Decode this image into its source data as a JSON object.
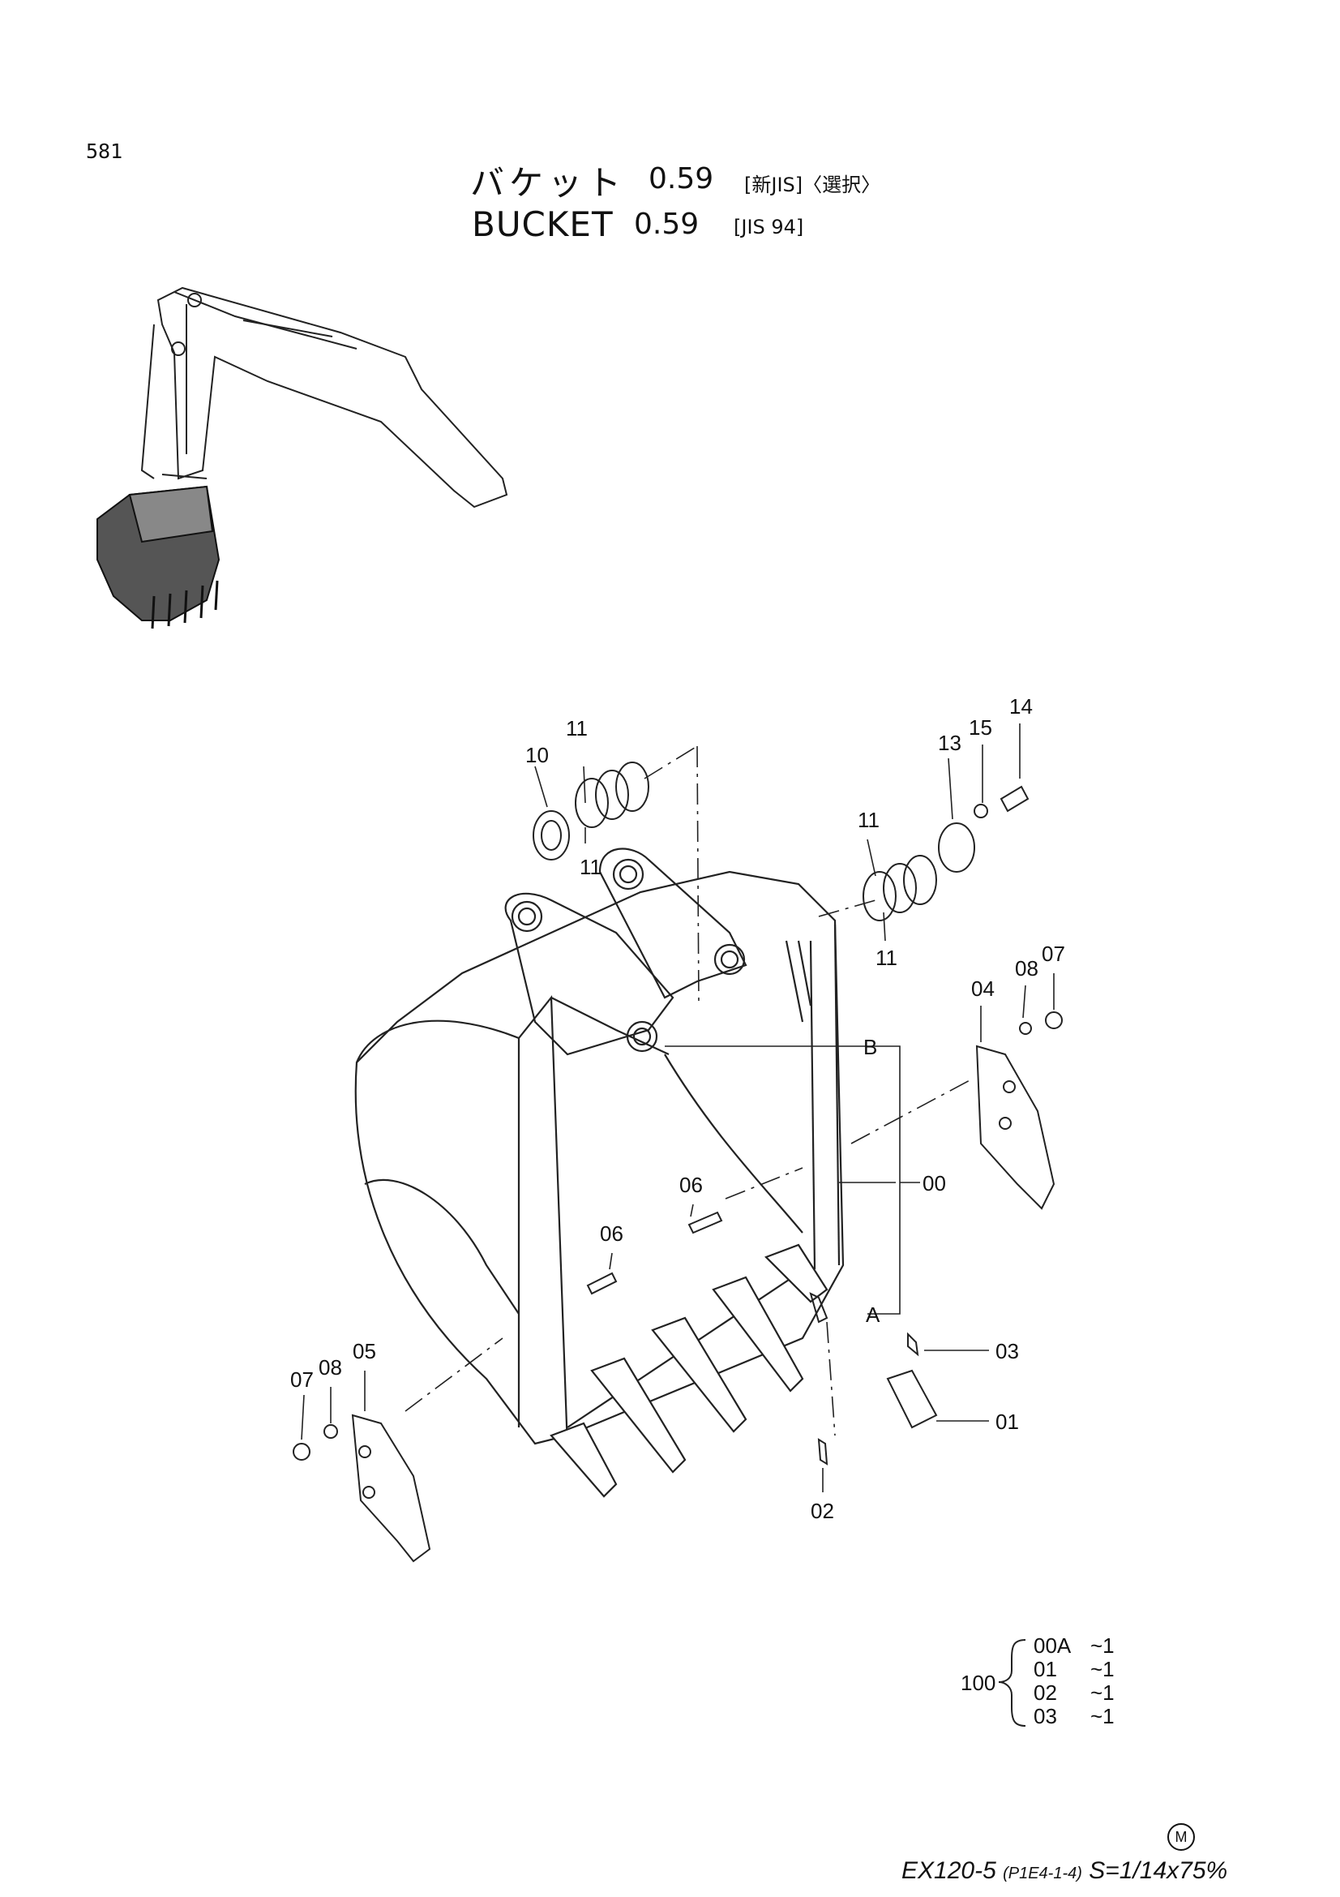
{
  "page_number": "581",
  "title": {
    "jp_name": "バケット",
    "jp_size": "0.59",
    "jp_tag": "[新JIS]〈選択〉",
    "en_name": "BUCKET",
    "en_size": "0.59",
    "en_tag": "[JIS 94]"
  },
  "callouts": {
    "c14": "14",
    "c15": "15",
    "c13": "13",
    "c11a": "11",
    "c10": "10",
    "c11b": "11",
    "c11c": "11",
    "c11d": "11",
    "c07a": "07",
    "c08a": "08",
    "c04": "04",
    "cB": "B",
    "c00": "00",
    "c06a": "06",
    "c06b": "06",
    "cA": "A",
    "c03": "03",
    "c01": "01",
    "c05": "05",
    "c07b": "07",
    "c08b": "08",
    "c02": "02"
  },
  "kit": {
    "number": "100",
    "items": [
      {
        "code": "00A",
        "qty": "~1"
      },
      {
        "code": "01",
        "qty": "~1"
      },
      {
        "code": "02",
        "qty": "~1"
      },
      {
        "code": "03",
        "qty": "~1"
      }
    ]
  },
  "footer": {
    "mark": "M",
    "model": "EX120-5",
    "code": "(P1E4-1-4)",
    "scale": "S=1/14x75%"
  }
}
